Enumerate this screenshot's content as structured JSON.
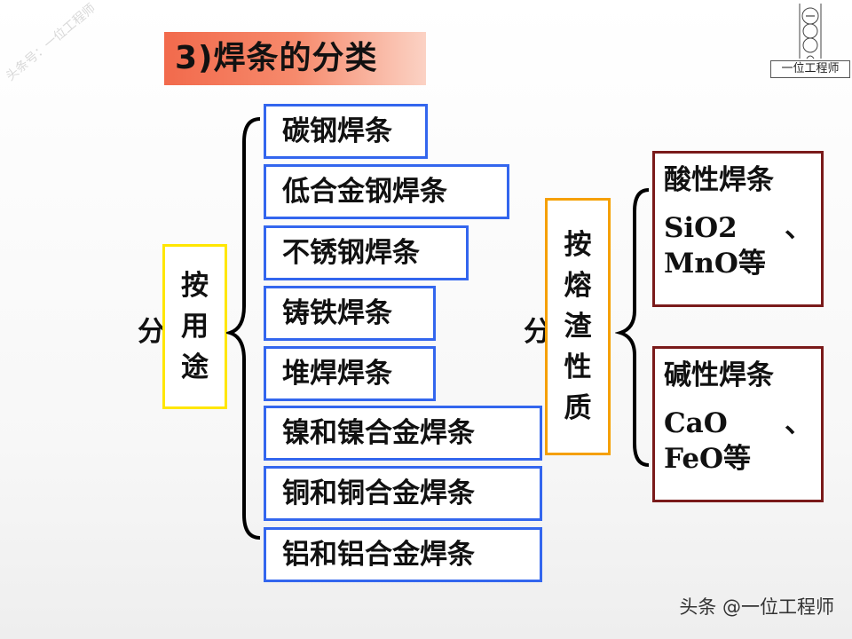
{
  "title": "3)焊条的分类",
  "by_use": {
    "fen": "分",
    "label": [
      "按",
      "用",
      "途"
    ],
    "items": [
      "碳钢焊条",
      "低合金钢焊条",
      "不锈钢焊条",
      "铸铁焊条",
      "堆焊焊条",
      "镍和镍合金焊条",
      "铜和铜合金焊条",
      "铝和铝合金焊条"
    ]
  },
  "by_slag": {
    "fen": "分",
    "label": [
      "按",
      "熔",
      "渣",
      "性",
      "质"
    ],
    "acid": {
      "heading": "酸性焊条",
      "line1": "SiO2",
      "sep": "、",
      "line2": "MnO等"
    },
    "basic": {
      "heading": "碱性焊条",
      "line1": "CaO",
      "sep": "、",
      "line2": "FeO等"
    }
  },
  "watermark_top": "头条号：一位工程师",
  "watermark_bottom": "头条 @一位工程师",
  "logo_text": "一位工程师",
  "colors": {
    "blue": "#3366ee",
    "yellow": "#ffe600",
    "orange": "#f5a000",
    "red": "#7a1a1a",
    "title_bg": "#f26a4c"
  }
}
